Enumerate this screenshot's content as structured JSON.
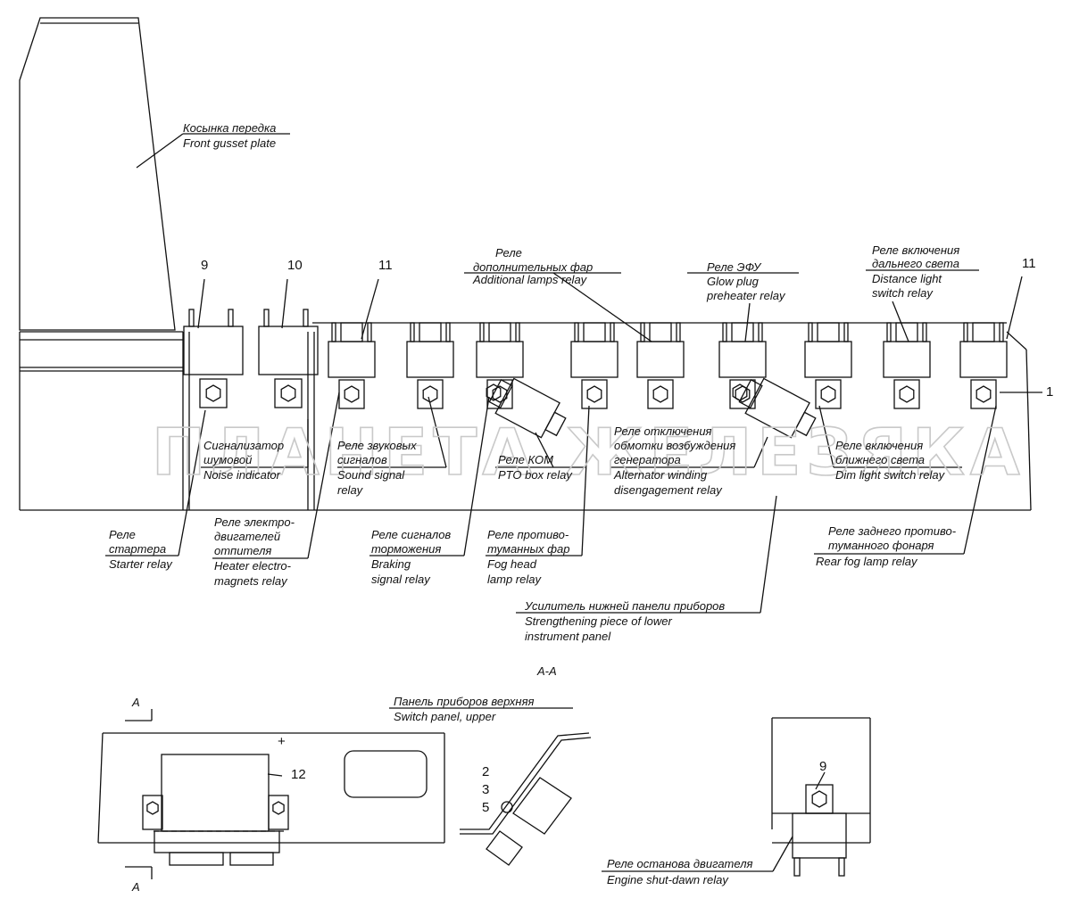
{
  "watermark": "ПЛАНЕТА ЖЕЛЕЗЯКА",
  "section_title": "А-А",
  "section_marks": [
    "А",
    "А"
  ],
  "labels": {
    "front_gusset": [
      "Косынка передка",
      "Front gusset plate"
    ],
    "additional_lamps": [
      "Реле",
      "дополнительных фар",
      "Additional lamps relay"
    ],
    "glow_plug": [
      "Реле ЭФУ",
      "Glow plug",
      "preheater relay"
    ],
    "distance_light": [
      "Реле включения",
      "дальнего света",
      "Distance light",
      "switch relay"
    ],
    "noise_indicator": [
      "Сигнализатор",
      "шумовой",
      "Noise indicator"
    ],
    "sound_signal": [
      "Реле звуковых",
      "сигналов",
      "Sound signal",
      "relay"
    ],
    "pto_box": [
      "Реле КОМ",
      "PTO box relay"
    ],
    "alternator": [
      "Реле отключения",
      "обмотки возбуждения",
      "генератора",
      "Alternator winding",
      "disengagement relay"
    ],
    "dim_light": [
      "Реле включения",
      "ближнего света",
      "Dim light switch relay"
    ],
    "starter": [
      "Реле",
      "стартера",
      "Starter relay"
    ],
    "heater": [
      "Реле электро-",
      "двигателей",
      "отпителя",
      "Heater electro-",
      "magnets relay"
    ],
    "braking": [
      "Реле сигналов",
      "торможения",
      "Braking",
      "signal relay"
    ],
    "fog_head": [
      "Реле противо-",
      "туманных фар",
      "Fog head",
      "lamp relay"
    ],
    "rear_fog": [
      "Реле заднего противо-",
      "туманного фонаря",
      "Rear fog lamp relay"
    ],
    "strengthening": [
      "Усилитель нижней панели приборов",
      "Strengthening piece of lower",
      "instrument panel"
    ],
    "switch_panel": [
      "Панель приборов верхняя",
      "Switch panel, upper"
    ],
    "engine_shutdown": [
      "Реле останова двигателя",
      "Engine shut-dawn relay"
    ]
  },
  "numbers": {
    "n9": "9",
    "n10": "10",
    "n11a": "11",
    "n11b": "11",
    "n1": "1",
    "n12": "12",
    "n2": "2",
    "n3": "3",
    "n5": "5",
    "n9b": "9",
    "plus": "+"
  }
}
